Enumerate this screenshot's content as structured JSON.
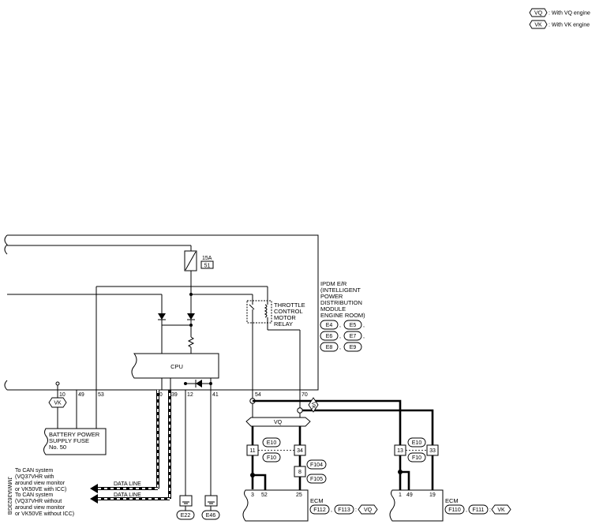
{
  "legend": {
    "vq": {
      "tag": "VQ",
      "text": ": With VQ engine"
    },
    "vk": {
      "tag": "VK",
      "text": ": With VK engine"
    }
  },
  "fuse": {
    "amp": "15A",
    "num": "51"
  },
  "relay": {
    "lines": [
      "THROTTLE",
      "CONTROL",
      "MOTOR",
      "RELAY"
    ]
  },
  "ipdm": {
    "lines": [
      "IPDM E/R",
      "(INTELLIGENT",
      "POWER",
      "DISTRIBUTION",
      "MODULE",
      "ENGINE ROOM)"
    ],
    "connectors": [
      "E4",
      "E5",
      "E6",
      "E7",
      "E8",
      "E9"
    ]
  },
  "cpu": {
    "label": "CPU"
  },
  "ipdm_pins": {
    "p10": "10",
    "p49": "49",
    "p53": "53",
    "p40": "40",
    "p39": "39",
    "p12": "12",
    "p41": "41",
    "p54": "54",
    "p70": "70"
  },
  "battery": {
    "lines": [
      "BATTERY POWER",
      "SUPPLY FUSE",
      "No. 50"
    ]
  },
  "can": {
    "upper": [
      "To CAN system",
      "VQ37VHR with",
      "around view monitor",
      "or VK50VE with ICC)"
    ],
    "lower": [
      "To CAN system",
      "VQ37VHR without",
      "around view monitor",
      "or VK50VE without ICC)"
    ],
    "data_line": "DATA LINE"
  },
  "grounds": {
    "g1": "E22",
    "g2": "E46"
  },
  "tags": {
    "vk": "VK",
    "vq": "VQ"
  },
  "joint_vq": {
    "e": "E10",
    "f": "F10",
    "left": "11",
    "right": "34"
  },
  "joint_vk": {
    "e": "E10",
    "f": "F10",
    "left": "13",
    "right": "33"
  },
  "connector_8": {
    "pin": "8",
    "c1": "F104",
    "c2": "F105"
  },
  "ecm_vq": {
    "label": "ECM",
    "pins": [
      "3",
      "52",
      "25"
    ],
    "c1": "F112",
    "c2": "F113",
    "tag": "VQ"
  },
  "ecm_vk": {
    "label": "ECM",
    "pins": [
      "1",
      "49",
      "19"
    ],
    "c1": "F110",
    "c2": "F111",
    "tag": "VK"
  },
  "drawing_code": "JMWIA3623GB"
}
